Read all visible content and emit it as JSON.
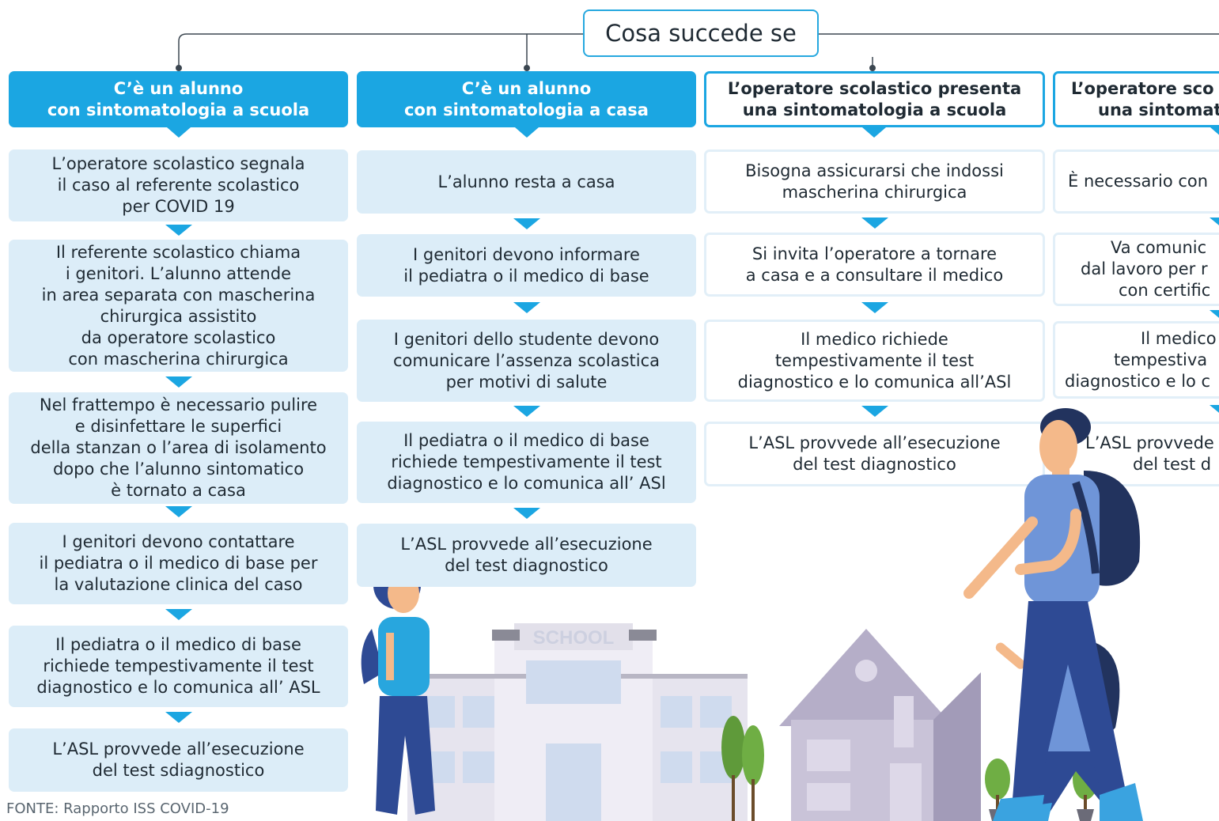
{
  "root": "Cosa succede se",
  "columns": [
    {
      "header": [
        "C’è un alunno",
        "con sintomatologia a scuola"
      ],
      "steps": [
        [
          "L’operatore scolastico segnala",
          "il caso al referente scolastico",
          "per COVID 19"
        ],
        [
          "Il referente scolastico chiama",
          "i genitori. L’alunno attende",
          "in area separata con mascherina",
          "chirurgica assistito",
          "da operatore scolastico",
          "con mascherina chirurgica"
        ],
        [
          "Nel frattempo è necessario pulire",
          "e disinfettare le superfici",
          "della stanzan o l’area di isolamento",
          "dopo che l’alunno sintomatico",
          "è tornato a casa"
        ],
        [
          "I genitori devono contattare",
          "il pediatra o il medico di base per",
          "la valutazione clinica del caso"
        ],
        [
          "Il pediatra o il medico di base",
          "richiede tempestivamente il test",
          "diagnostico e lo comunica all’ ASL"
        ],
        [
          "L’ASL provvede all’esecuzione",
          "del test sdiagnostico"
        ]
      ]
    },
    {
      "header": [
        "C’è un alunno",
        "con sintomatologia a casa"
      ],
      "steps": [
        [
          "L’alunno resta a casa"
        ],
        [
          "I genitori devono informare",
          "il pediatra o il medico di base"
        ],
        [
          "I genitori dello studente devono",
          "comunicare l’assenza scolastica",
          "per motivi di salute"
        ],
        [
          "Il pediatra o il medico di base",
          "richiede tempestivamente il test",
          "diagnostico e lo comunica all’ ASl"
        ],
        [
          "L’ASL provvede all’esecuzione",
          "del test diagnostico"
        ]
      ]
    },
    {
      "header": [
        "L’operatore scolastico presenta",
        "una sintomatologia a scuola"
      ],
      "steps": [
        [
          "Bisogna assicurarsi che indossi",
          "mascherina chirurgica"
        ],
        [
          "Si invita l’operatore a tornare",
          "a casa e a consultare il medico"
        ],
        [
          "Il medico richiede",
          "tempestivamente il test",
          "diagnostico e lo comunica all’ASl"
        ],
        [
          "L’ASL provvede all’esecuzione",
          "del test diagnostico"
        ]
      ]
    },
    {
      "header": [
        "L’operatore sco",
        "una sintomat"
      ],
      "steps": [
        [
          "È necessario con"
        ],
        [
          "Va comunic",
          "dal lavoro per r",
          "con certific"
        ],
        [
          "Il medico",
          "tempestiva",
          "diagnostico e lo c"
        ],
        [
          "L’ASL provvede",
          "del test d"
        ]
      ]
    }
  ],
  "illustration": {
    "school_sign": "SCHOOL"
  },
  "source": "FONTE: Rapporto ISS COVID-19"
}
